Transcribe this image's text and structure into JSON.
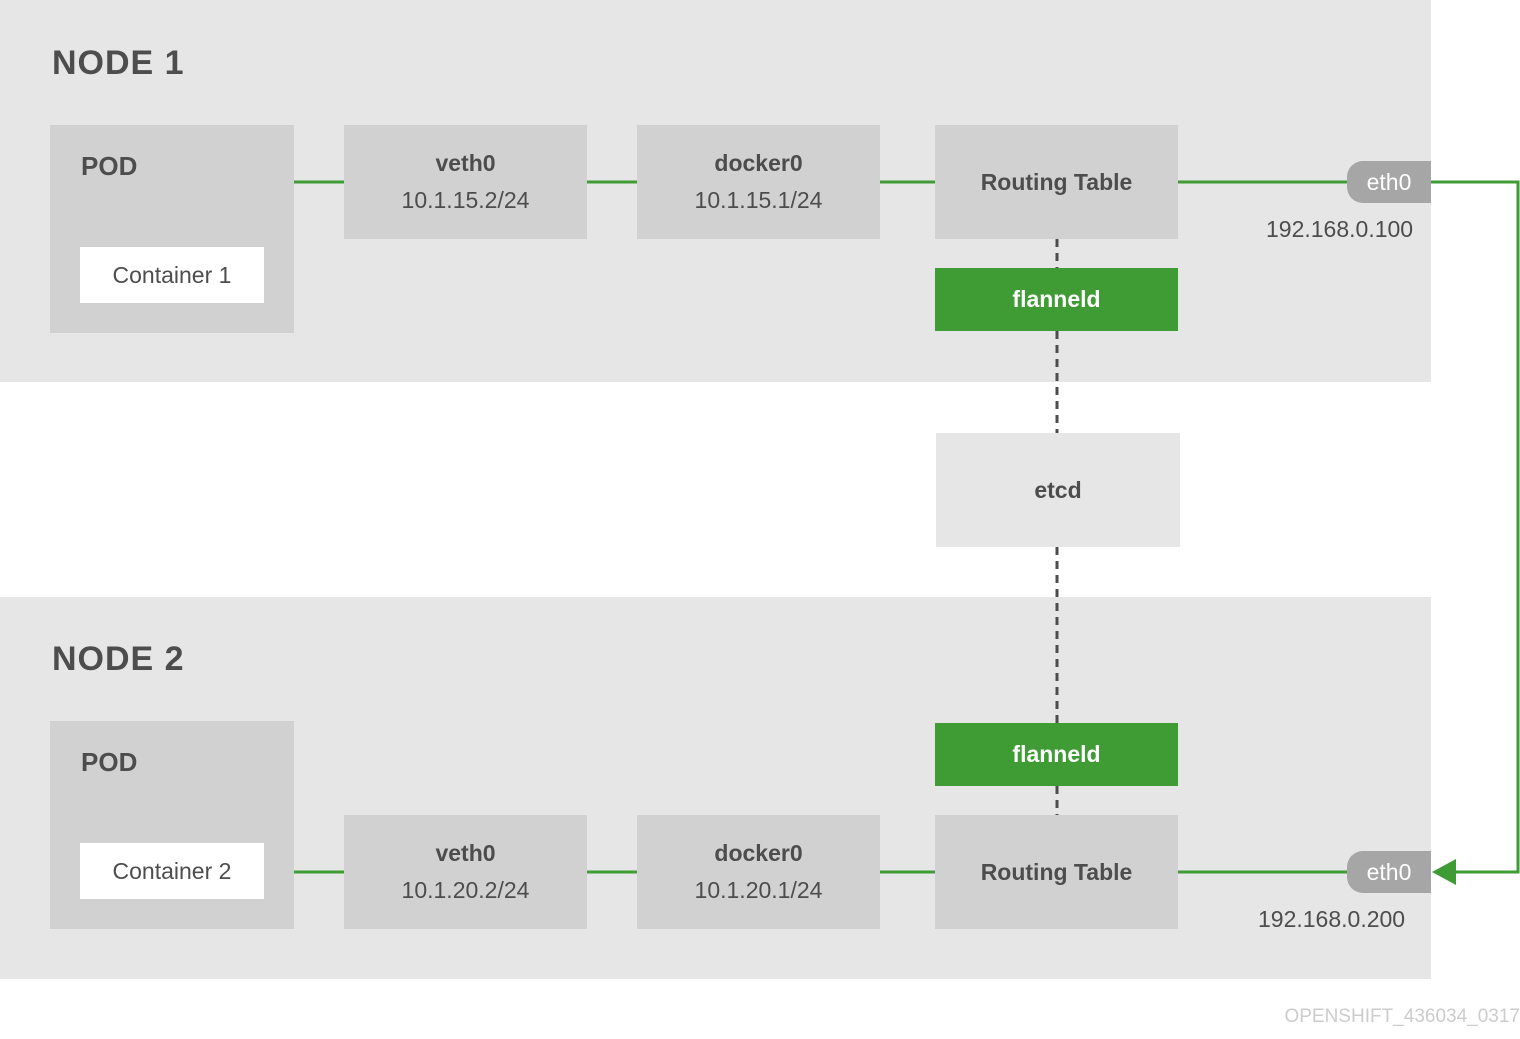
{
  "node1": {
    "title": "NODE 1",
    "pod_label": "POD",
    "container": "Container 1",
    "veth": {
      "name": "veth0",
      "ip": "10.1.15.2/24"
    },
    "docker": {
      "name": "docker0",
      "ip": "10.1.15.1/24"
    },
    "routing_table": "Routing Table",
    "flanneld": "flanneld",
    "eth": "eth0",
    "eth_ip": "192.168.0.100"
  },
  "node2": {
    "title": "NODE 2",
    "pod_label": "POD",
    "container": "Container 2",
    "veth": {
      "name": "veth0",
      "ip": "10.1.20.2/24"
    },
    "docker": {
      "name": "docker0",
      "ip": "10.1.20.1/24"
    },
    "routing_table": "Routing Table",
    "flanneld": "flanneld",
    "eth": "eth0",
    "eth_ip": "192.168.0.200"
  },
  "etcd": "etcd",
  "footer": "OPENSHIFT_436034_0317",
  "colors": {
    "accent_green": "#3f9c35",
    "panel": "#e6e6e6",
    "box": "#d1d1d1",
    "eth": "#a6a6a6"
  }
}
